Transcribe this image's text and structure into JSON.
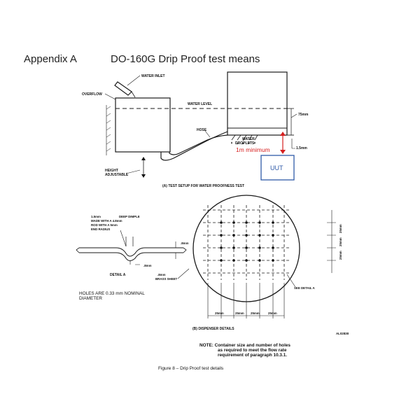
{
  "header": {
    "appendix": "Appendix A",
    "title": "DO-160G Drip Proof test means"
  },
  "setup": {
    "water_inlet": "WATER INLET",
    "overflow": "OVERFLOW",
    "water_level": "WATER LEVEL",
    "dim_75": "75mm",
    "hose": "HOSE",
    "water_droplets_1": "WATER",
    "water_droplets_2": "DROPLETS",
    "min_1m": "1m minimum",
    "dim_15": "1.5mm",
    "uut": "UUT",
    "height_1": "HEIGHT",
    "height_2": "ADJUSTABLE",
    "caption": "(A)  TEST SETUP FOR WATER PROOFNESS TEST"
  },
  "detail": {
    "dimple_1": "1.5mm",
    "dimple_2": "DEEP DIMPLE",
    "dimple_3": "MADE WITH A 4.8mm",
    "dimple_4": "ROD WITH A 5mm",
    "dimple_5": "END RADIUS",
    "dim_8": ".8mm",
    "detail_a": "DETAIL A",
    "brass_1": ".8mm",
    "brass_2": "BRASS SHEET",
    "holes_1": "HOLES ARE 0.33 mm NOMINAL",
    "holes_2": "DIAMETER",
    "see_detail": "SEE DETAIL A",
    "spacing": [
      "25mm",
      "25mm",
      "25mm",
      "25mm"
    ],
    "v_spacing": [
      "25mm",
      "25mm",
      "25mm"
    ],
    "caption": "(B)  DISPENSER DETAILS",
    "code": "AL02838"
  },
  "note": {
    "line1": "NOTE:  Container size and number of holes",
    "line2": "as required to meet the flow rate",
    "line3": "requirement of paragraph 10.3.1."
  },
  "figure_caption": "Figure 8 – Drip Proof test details",
  "colors": {
    "red": "#d62020",
    "blue": "#2f5aa8"
  }
}
